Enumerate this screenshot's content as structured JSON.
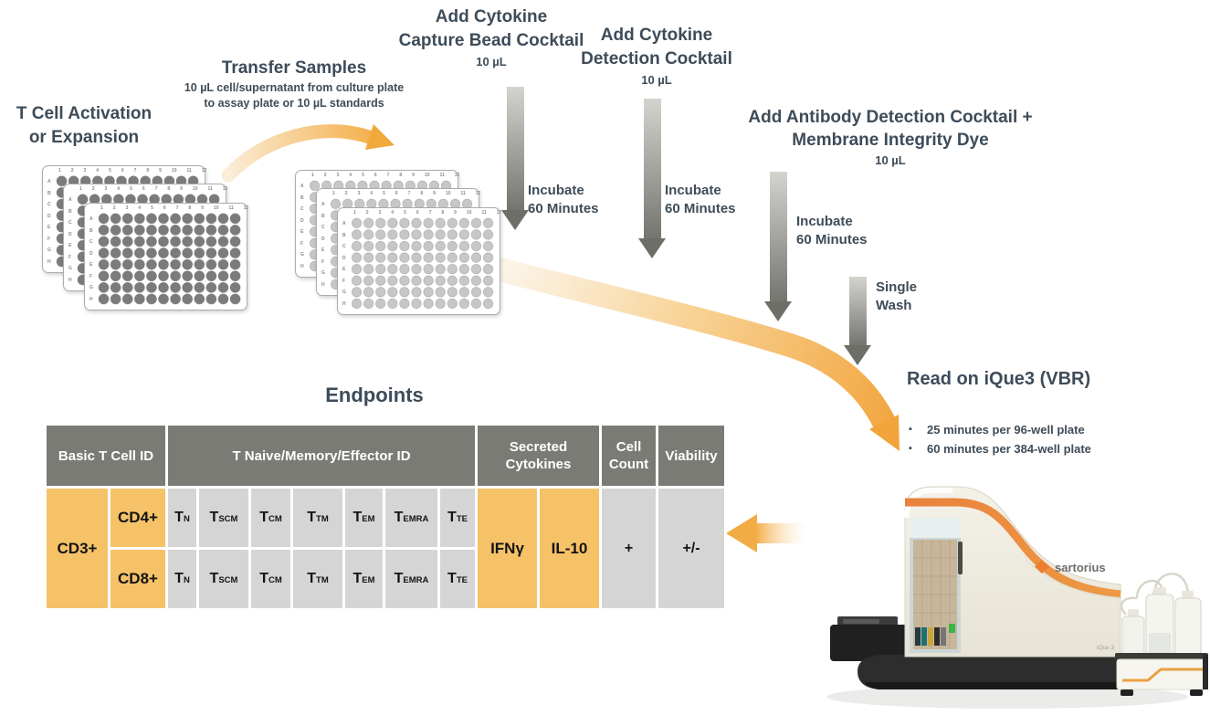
{
  "steps": {
    "activation": {
      "line1": "T Cell Activation",
      "line2": "or Expansion"
    },
    "transfer": {
      "title": "Transfer Samples",
      "sub1": "10 µL cell/supernatant from culture plate",
      "sub2": "to assay plate or 10 µL standards"
    },
    "capture": {
      "line1": "Add Cytokine",
      "line2": "Capture Bead Cocktail",
      "volume": "10 µL"
    },
    "detection": {
      "line1": "Add Cytokine",
      "line2": "Detection Cocktail",
      "volume": "10 µL"
    },
    "antibody": {
      "line1": "Add Antibody Detection Cocktail +",
      "line2": "Membrane Integrity Dye",
      "volume": "10 µL"
    },
    "incubate1": {
      "line1": "Incubate",
      "line2": "60 Minutes"
    },
    "incubate2": {
      "line1": "Incubate",
      "line2": "60 Minutes"
    },
    "incubate3": {
      "line1": "Incubate",
      "line2": "60 Minutes"
    },
    "wash": {
      "line1": "Single",
      "line2": "Wash"
    },
    "read": {
      "title": "Read on iQue3 (VBR)",
      "bullets": [
        "25 minutes per 96-well plate",
        "60 minutes per 384-well plate"
      ]
    }
  },
  "plate": {
    "cols": "1 2 3 4 5 6 7 8 9 10 11 12",
    "rows": "A B C D E F G H"
  },
  "endpoints": {
    "title": "Endpoints",
    "headers": {
      "basic": "Basic T Cell ID",
      "naive": "T Naive/Memory/Effector ID",
      "secreted": "Secreted\nCytokines",
      "count": "Cell\nCount",
      "viability": "Viability"
    },
    "cd3": "CD3+",
    "row1_label": "CD4+",
    "row2_label": "CD8+",
    "subtypes": [
      {
        "t": "T",
        "s": "N"
      },
      {
        "t": "T",
        "s": "SCM"
      },
      {
        "t": "T",
        "s": "CM"
      },
      {
        "t": "T",
        "s": "TM"
      },
      {
        "t": "T",
        "s": "EM"
      },
      {
        "t": "T",
        "s": "EMRA"
      },
      {
        "t": "T",
        "s": "TE"
      }
    ],
    "cytokines": [
      "IFNγ",
      "IL-10"
    ],
    "cell_count": "+",
    "viability": "+/-"
  },
  "instrument": {
    "brand": "sartorius",
    "model": "iQue 3"
  },
  "palette": {
    "accent_orange": "#F2A93C",
    "table_orange": "#F6C268",
    "header_gray": "#7B7B76",
    "cell_gray": "#D5D5D5",
    "heading_slate": "#3E4C59",
    "arrow_gray": "#6E6E68"
  }
}
